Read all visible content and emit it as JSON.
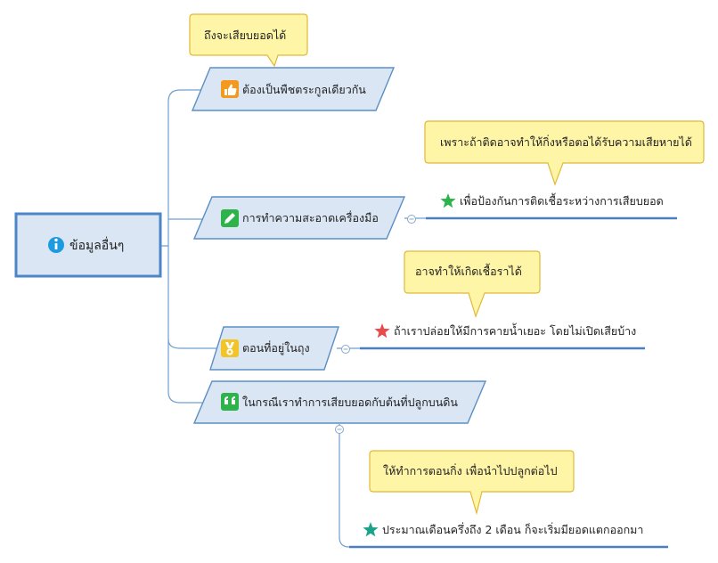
{
  "root": {
    "label": "ข้อมูลอื่นๆ",
    "icon": "info-icon"
  },
  "branches": [
    {
      "label": "ต้องเป็นพืชตระกูลเดียวกัน",
      "icon": "thumbs-up-icon",
      "icon_color": "#f39a1e",
      "callout": "ถึงจะเสียบยอดได้"
    },
    {
      "label": "การทำความสะอาดเครื่องมือ",
      "icon": "pencil-icon",
      "icon_color": "#2db34a",
      "child": {
        "label": "เพื่อป้องกันการติดเชื้อระหว่างการเสียบยอด",
        "icon": "star-icon",
        "icon_color": "#2db34a"
      },
      "callout": "เพราะถ้าติดอาจทำให้กิ่งหรือตอได้รับความเสียหายได้"
    },
    {
      "label": "ตอนที่อยู่ในถุง",
      "icon": "medal-icon",
      "icon_color": "#f2c428",
      "child": {
        "label": "ถ้าเราปล่อยให้มีการคายน้ำเยอะ โดยไม่เปิดเสียบ้าง",
        "icon": "star-icon",
        "icon_color": "#e84b4b"
      },
      "callout": "อาจทำให้เกิดเชื้อราได้"
    },
    {
      "label": "ในกรณีเราทำการเสียบยอดกับต้นที่ปลูกบนดิน",
      "icon": "quote-icon",
      "icon_color": "#2db34a",
      "child": {
        "label": "ประมาณเดือนครึ่งถึง 2 เดือน ก็จะเริ่มมียอดแตกออกมา",
        "icon": "star-icon",
        "icon_color": "#1aa38a"
      },
      "callout": "ให้ทำการตอนกิ่ง เพื่อนำไปปลูกต่อไป"
    }
  ],
  "colors": {
    "node_fill": "#dae6f3",
    "node_border": "#5a8fc6",
    "root_border": "#4d86c6",
    "callout_fill": "#fff5a6",
    "callout_border": "#e0b93a",
    "line": "#6f9fd0",
    "underline": "#4a7fc0"
  }
}
